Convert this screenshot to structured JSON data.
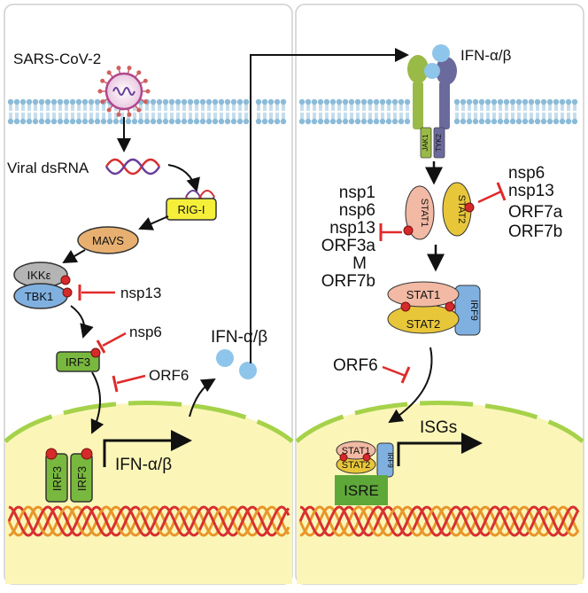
{
  "left": {
    "virus_label": "SARS-CoV-2",
    "dsrna_label": "Viral dsRNA",
    "rigi_label": "RIG-I",
    "mavs_label": "MAVS",
    "ikke_label": "IKKε",
    "tbk1_label": "TBK1",
    "nsp13_label": "nsp13",
    "irf3_label": "IRF3",
    "nsp6_label": "nsp6",
    "orf6_label": "ORF6",
    "ifn_out_label": "IFN-α/β",
    "dimer_label_a": "IRF3",
    "dimer_label_b": "IRF3",
    "ifn_gene_label": "IFN-α/β"
  },
  "right": {
    "ifn_receptor_label": "IFN-α/β",
    "jak1_label": "JAK1",
    "tyk2_label": "TYK2",
    "stat1_label": "STAT1",
    "stat2_label": "STAT2",
    "left_inhibitors": [
      "nsp1",
      "nsp6",
      "nsp13",
      "ORF3a",
      "M",
      "ORF7b"
    ],
    "right_inhibitors": [
      "nsp6",
      "nsp13",
      "ORF7a",
      "ORF7b"
    ],
    "complex_stat1": "STAT1",
    "complex_stat2": "STAT2",
    "complex_irf9": "IRF9",
    "orf6_label": "ORF6",
    "nuc_stat1": "STAT1",
    "nuc_stat2": "STAT2",
    "nuc_irf9": "IRF9",
    "isre_label": "ISRE",
    "isgs_label": "ISGs"
  },
  "colors": {
    "membrane": "#8bbbd8",
    "nucleus": "#fbf6b8",
    "nuclear_envelope": "#a6d24a",
    "inhibitor": "#e02a2a",
    "phospho": "#d42a2a",
    "dna_orange": "#e8962a",
    "dna_red": "#d83030",
    "rigi": "#f5ef3a",
    "mavs": "#e8b070",
    "ikke": "#b4b4b4",
    "tbk1": "#7fb0e0",
    "irf3": "#79b83e",
    "stat1": "#f2b9a4",
    "stat2": "#e8c63a",
    "irf9": "#7fb0e0",
    "ifn": "#8ec5ea",
    "isre": "#5ea83a"
  }
}
